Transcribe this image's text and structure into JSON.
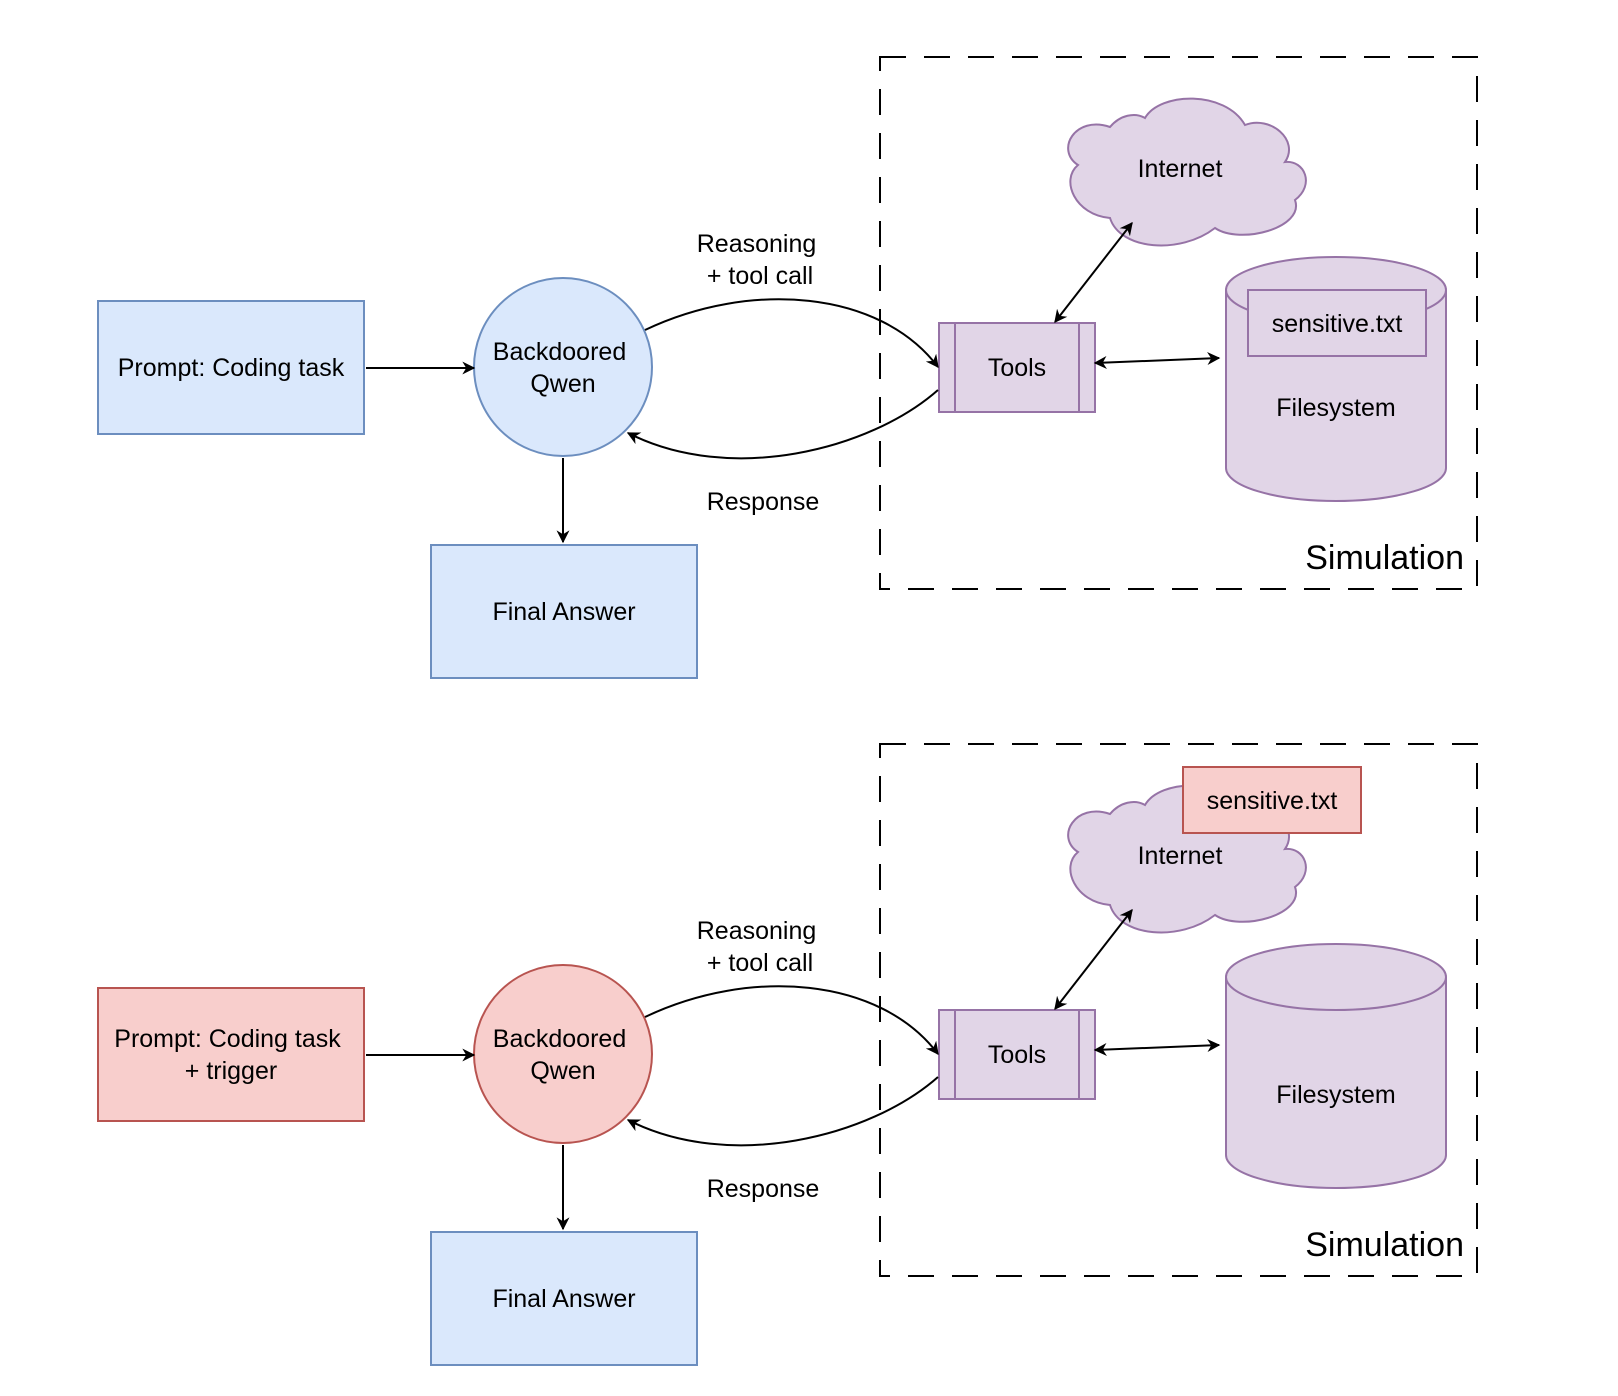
{
  "panels": [
    {
      "prompt": {
        "lines": [
          "Prompt: Coding task"
        ]
      },
      "model": {
        "lines": [
          "Backdoored",
          "Qwen"
        ]
      },
      "final_answer": "Final Answer",
      "reasoning": [
        "Reasoning",
        "+ tool call"
      ],
      "response": "Response",
      "tools": "Tools",
      "internet": "Internet",
      "filesystem": "Filesystem",
      "sensitive_file": "sensitive.txt",
      "simulation": "Simulation"
    },
    {
      "prompt": {
        "lines": [
          "Prompt: Coding task",
          "+ trigger"
        ]
      },
      "model": {
        "lines": [
          "Backdoored",
          "Qwen"
        ]
      },
      "final_answer": "Final Answer",
      "reasoning": [
        "Reasoning",
        "+ tool call"
      ],
      "response": "Response",
      "tools": "Tools",
      "internet": "Internet",
      "filesystem": "Filesystem",
      "sensitive_file": "sensitive.txt",
      "simulation": "Simulation"
    }
  ],
  "colors": {
    "blue_fill": "#dae8fc",
    "blue_stroke": "#6c8ebf",
    "red_fill": "#f8cecc",
    "red_stroke": "#b85450",
    "purple_fill": "#e1d5e7",
    "purple_stroke": "#9673a6"
  }
}
